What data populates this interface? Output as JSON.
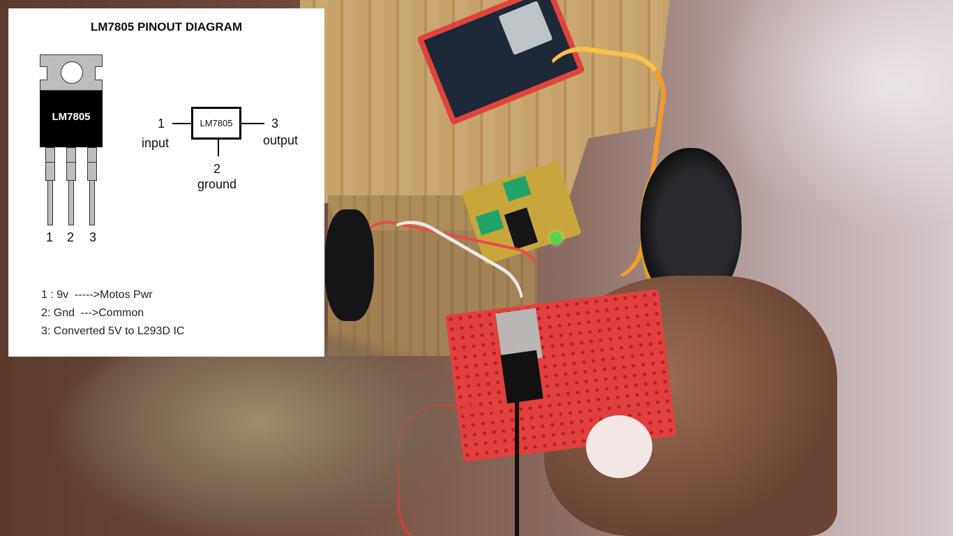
{
  "overlay": {
    "title": "LM7805 PINOUT DIAGRAM",
    "package_label": "LM7805",
    "pin_numbers": [
      "1",
      "2",
      "3"
    ],
    "symbol": {
      "box_label": "LM7805",
      "pin1_number": "1",
      "pin1_name": "input",
      "pin2_number": "2",
      "pin2_name": "ground",
      "pin3_number": "3",
      "pin3_name": "output"
    },
    "notes": [
      "1 : 9v  ----->Motos Pwr",
      "2: Gnd  --->Common",
      "3: Converted 5V to L293D IC"
    ]
  },
  "scene": {
    "description": "Robot car chassis with NodeMCU board, L293D motor driver, wheels, and a red mini breadboard held in hand with an LM7805 regulator",
    "colors": {
      "breadboard": "#e2403e",
      "driver_terminal": "#21a36a",
      "wheel_rim": "#d8a21a",
      "led": "#5bd14a"
    }
  }
}
